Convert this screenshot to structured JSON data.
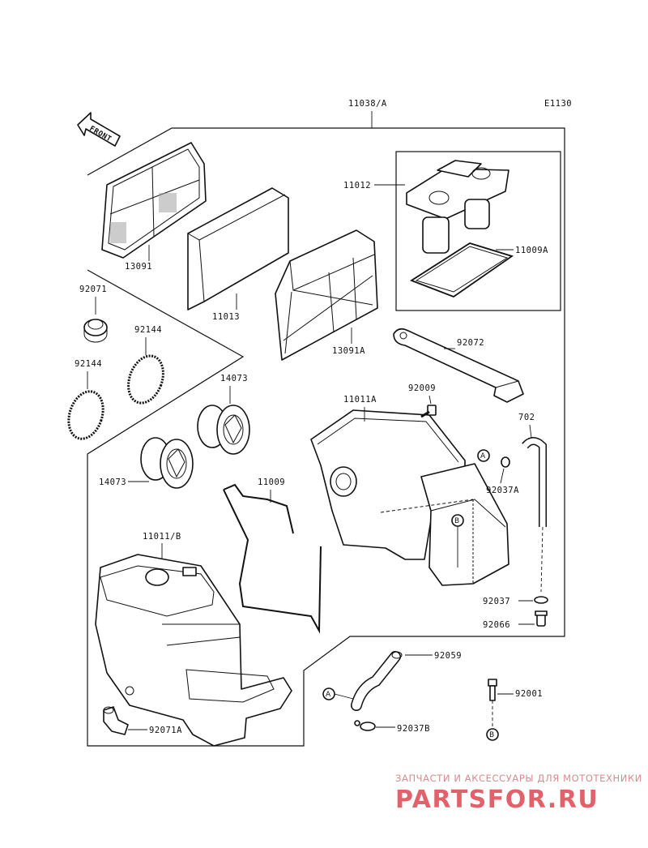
{
  "diagram_code": "E1130",
  "front_arrow": "FRONT",
  "parts": {
    "assembly": "11038/A",
    "cap": "11012",
    "cap_gasket": "11009A",
    "filter_cover": "13091",
    "element": "11013",
    "element_frame": "13091A",
    "grommet": "92071",
    "spring_ring_upper": "92144",
    "spring_ring_lower": "92144",
    "duct_upper": "14073",
    "duct_lower": "14073",
    "stay": "92072",
    "upper_case": "11011A",
    "case_bolt": "92009",
    "drain_hose": "702",
    "clamp_a": "92037A",
    "case_seal": "11009",
    "lower_case": "11011/B",
    "clamp": "92037",
    "plug": "92066",
    "hose": "92059",
    "bolt": "92001",
    "clamp_b": "92037B",
    "elbow_grommet": "92071A"
  },
  "refs": {
    "a": "A",
    "b": "B"
  },
  "watermark": {
    "tagline": "ЗАПЧАСТИ И АКСЕССУАРЫ ДЛЯ МОТОТЕХНИКИ",
    "brand": "PARTSFOR.RU"
  }
}
